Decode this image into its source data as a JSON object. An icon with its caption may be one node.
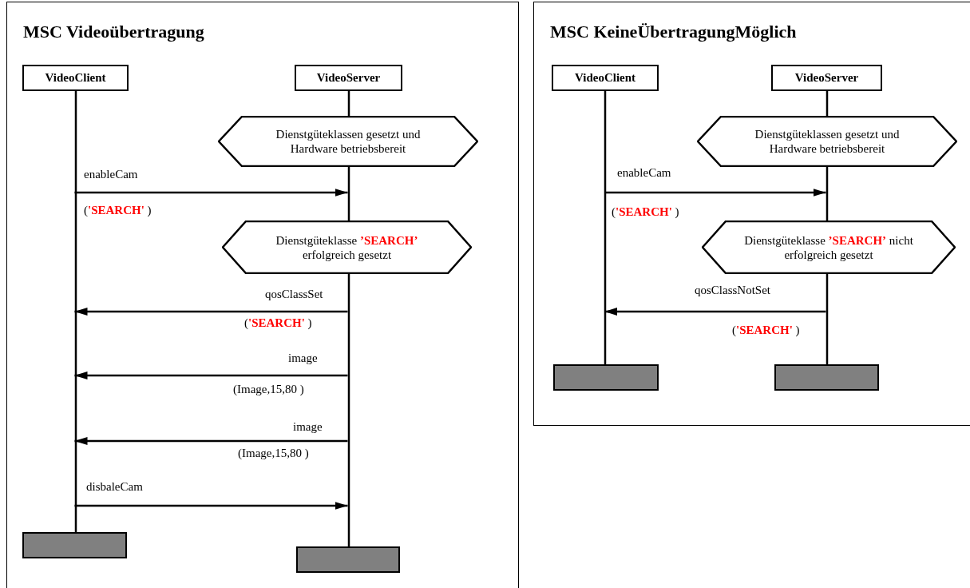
{
  "diagram": {
    "nodes": [
      {
        "text": [
          "MSC Videoübertragung"
        ]
      },
      {
        "text": [
          "VideoClient"
        ],
        "in": 0
      },
      {
        "text": [
          "VideoServer"
        ],
        "in": 0
      },
      {
        "text": [
          "Dienstgüteklassen gesetzt und Hardware betriebsbereit"
        ],
        "in": 0
      },
      {
        "text": [
          "Dienstgüteklasse **’SEARCH’** erfolgreich gesetzt"
        ],
        "in": 0
      },
      {
        "text": [],
        "shape": "box",
        "in": 0
      },
      {
        "text": [],
        "shape": "box",
        "in": 0
      },
      {
        "text": [
          "MSC KeineÜbertragungMöglich"
        ]
      },
      {
        "text": [
          "VideoClient"
        ],
        "in": 7
      },
      {
        "text": [
          "VideoServer"
        ],
        "in": 7
      },
      {
        "text": [
          "Dienstgüteklassen gesetzt und Hardware betriebsbereit"
        ],
        "in": 7
      },
      {
        "text": [
          "Dienstgüteklasse **’SEARCH’** nicht erfolgreich gesetzt"
        ],
        "in": 7
      },
      {
        "text": [],
        "shape": "box",
        "in": 7
      },
      {
        "text": [],
        "shape": "box",
        "in": 7
      }
    ],
    "edges": [
      {
        "from": 1,
        "to": 2,
        "arrow": "to",
        "label": "enableCam"
      },
      {
        "from": 2,
        "to": 1,
        "arrow": "to",
        "label": "qosClassSet"
      },
      {
        "from": 2,
        "to": 1,
        "arrow": "to",
        "label": "image"
      },
      {
        "from": 2,
        "to": 1,
        "arrow": "to",
        "label": "image"
      },
      {
        "from": 1,
        "to": 2,
        "arrow": "to",
        "label": "disbaleCam"
      },
      {
        "from": 8,
        "to": 9,
        "arrow": "to",
        "label": "enableCam"
      },
      {
        "from": 9,
        "to": 8,
        "arrow": "to",
        "label": "qosClassNotSet"
      }
    ],
    "labels": [
      "(**'SEARCH'** )",
      "(**'SEARCH'** )",
      "(Image,15,80 )",
      "(Image,15,80 )",
      "(**'SEARCH'** )",
      "(**'SEARCH'** )"
    ]
  }
}
